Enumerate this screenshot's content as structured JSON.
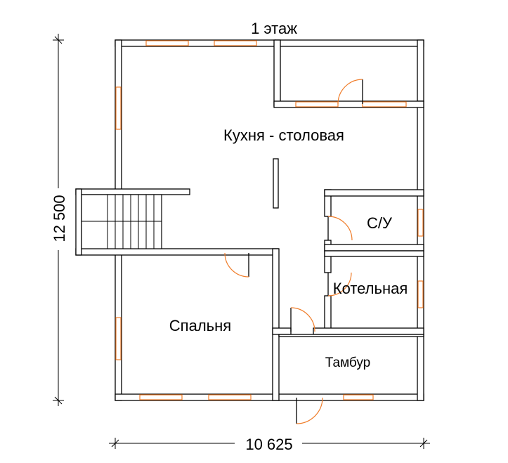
{
  "title": "1 этаж",
  "rooms": {
    "kitchen": "Кухня - столовая",
    "bathroom": "С/У",
    "boiler": "Котельная",
    "bedroom": "Спальня",
    "vestibule": "Тамбур"
  },
  "dimensions": {
    "width": "10 625",
    "height": "12 500"
  },
  "colors": {
    "wall_outline": "#000000",
    "window": "#f07d2a",
    "door_swing": "#f07d2a",
    "background": "#ffffff"
  }
}
